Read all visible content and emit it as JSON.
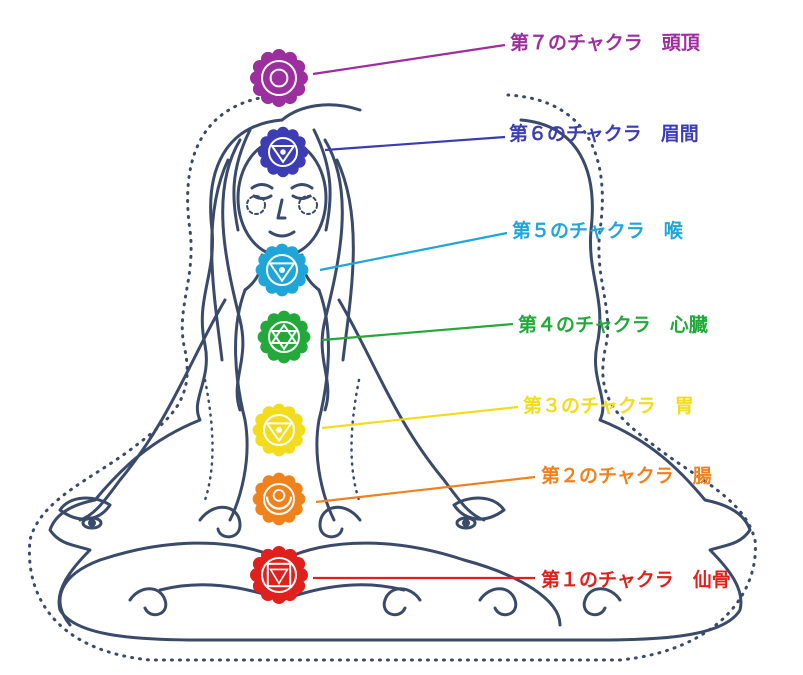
{
  "chakras": [
    {
      "label": "第７のチャクラ　頭頂",
      "color": "#9b2f9e",
      "icon": "crown-chakra-icon"
    },
    {
      "label": "第６のチャクラ　眉間",
      "color": "#3c3cb4",
      "icon": "third-eye-chakra-icon"
    },
    {
      "label": "第５のチャクラ　喉",
      "color": "#1ea6d8",
      "icon": "throat-chakra-icon"
    },
    {
      "label": "第４のチャクラ　心臓",
      "color": "#22a93a",
      "icon": "heart-chakra-icon"
    },
    {
      "label": "第３のチャクラ　胃",
      "color": "#f2dc1c",
      "icon": "solar-plexus-chakra-icon"
    },
    {
      "label": "第２のチャクラ　腸",
      "color": "#f0821e",
      "icon": "sacral-chakra-icon"
    },
    {
      "label": "第１のチャクラ　仙骨",
      "color": "#e0201c",
      "icon": "root-chakra-icon"
    }
  ],
  "figure": {
    "outline_color": "#3a4a6b",
    "icon": "meditating-woman-figure"
  }
}
